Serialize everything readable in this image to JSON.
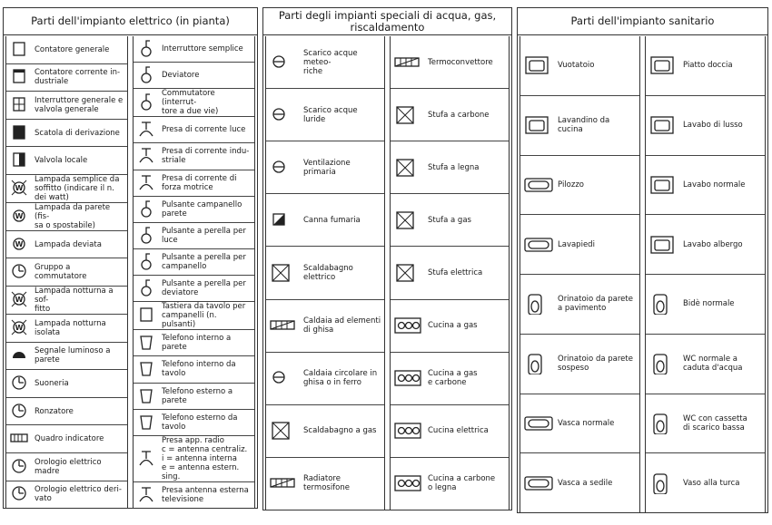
{
  "panels": [
    {
      "title": "Parti dell'impianto elettrico (in pianta)",
      "columns": [
        [
          {
            "label": "Contatore generale",
            "icon": "meter-box-icon"
          },
          {
            "label": "Contatore corrente in-\ndustriale",
            "icon": "industrial-meter-icon"
          },
          {
            "label": "Interruttore generale e\nvalvola generale",
            "icon": "main-switch-icon"
          },
          {
            "label": "Scatola di derivazione",
            "icon": "junction-box-icon"
          },
          {
            "label": "Valvola locale",
            "icon": "local-fuse-icon"
          },
          {
            "label": "Lampada semplice da\nsoffitto (indicare il n.\ndei watt)",
            "icon": "ceiling-lamp-icon"
          },
          {
            "label": "Lampada da parete (fis-\nsa o spostabile)",
            "icon": "wall-lamp-icon"
          },
          {
            "label": "Lampada deviata",
            "icon": "deviated-lamp-icon"
          },
          {
            "label": "Gruppo a commutatore",
            "icon": "commutator-group-icon"
          },
          {
            "label": "Lampada notturna a sof-\nfitto",
            "icon": "night-ceiling-lamp-icon"
          },
          {
            "label": "Lampada notturna\nisolata",
            "icon": "isolated-night-lamp-icon"
          },
          {
            "label": "Segnale luminoso a\nparete",
            "icon": "wall-light-signal-icon"
          },
          {
            "label": "Suoneria",
            "icon": "bell-icon"
          },
          {
            "label": "Ronzatore",
            "icon": "buzzer-icon"
          },
          {
            "label": "Quadro indicatore",
            "icon": "indicator-panel-icon"
          },
          {
            "label": "Orologio elettrico\nmadre",
            "icon": "master-clock-icon"
          },
          {
            "label": "Orologio elettrico deri-\nvato",
            "icon": "slave-clock-icon"
          }
        ],
        [
          {
            "label": "Interruttore semplice",
            "icon": "simple-switch-icon"
          },
          {
            "label": "Deviatore",
            "icon": "two-way-switch-icon"
          },
          {
            "label": "Commutatore (interrut-\ntore a due vie)",
            "icon": "commutator-switch-icon"
          },
          {
            "label": "Presa di corrente luce",
            "icon": "light-socket-icon"
          },
          {
            "label": "Presa di corrente indu-\nstriale",
            "icon": "industrial-socket-icon"
          },
          {
            "label": "Presa di corrente di\nforza motrice",
            "icon": "power-socket-icon"
          },
          {
            "label": "Pulsante campanello\nparete",
            "icon": "wall-bell-button-icon"
          },
          {
            "label": "Pulsante a perella per\nluce",
            "icon": "pear-button-light-icon"
          },
          {
            "label": "Pulsante a perella per\ncampanello",
            "icon": "pear-button-bell-icon"
          },
          {
            "label": "Pulsante a perella per\ndeviatore",
            "icon": "pear-button-diverter-icon"
          },
          {
            "label": "Tastiera da tavolo per\ncampanelli (n. pulsanti)",
            "icon": "table-keypad-icon"
          },
          {
            "label": "Telefono interno a\nparete",
            "icon": "internal-wall-phone-icon"
          },
          {
            "label": "Telefono interno da\ntavolo",
            "icon": "internal-desk-phone-icon"
          },
          {
            "label": "Telefono esterno a\nparete",
            "icon": "external-wall-phone-icon"
          },
          {
            "label": "Telefono esterno da\ntavolo",
            "icon": "external-desk-phone-icon"
          },
          {
            "label": "Presa app. radio\nc = antenna centraliz.\ni = antenna interna\ne = antenna estern. sing.",
            "icon": "radio-socket-icon"
          },
          {
            "label": "Presa antenna esterna\ntelevisione",
            "icon": "tv-antenna-socket-icon"
          }
        ]
      ]
    },
    {
      "title": "Parti degli impianti speciali di acqua, gas, riscaldamento",
      "columns": [
        [
          {
            "label": "Scarico acque meteo-\nriche",
            "icon": "rainwater-drain-icon"
          },
          {
            "label": "Scarico acque luride",
            "icon": "sewage-drain-icon"
          },
          {
            "label": "Ventilazione primaria",
            "icon": "primary-ventilation-icon"
          },
          {
            "label": "Canna fumaria",
            "icon": "flue-icon"
          },
          {
            "label": "Scaldabagno elettrico",
            "icon": "electric-water-heater-icon"
          },
          {
            "label": "Caldaia ad elementi\ndi ghisa",
            "icon": "cast-iron-boiler-icon"
          },
          {
            "label": "Caldaia circolare in\nghisa o in ferro",
            "icon": "circular-boiler-icon"
          },
          {
            "label": "Scaldabagno a gas",
            "icon": "gas-water-heater-icon"
          },
          {
            "label": "Radiatore termosifone",
            "icon": "radiator-icon"
          }
        ],
        [
          {
            "label": "Termoconvettore",
            "icon": "convector-icon"
          },
          {
            "label": "Stufa a carbone",
            "icon": "coal-stove-icon"
          },
          {
            "label": "Stufa a legna",
            "icon": "wood-stove-icon"
          },
          {
            "label": "Stufa a gas",
            "icon": "gas-stove-icon"
          },
          {
            "label": "Stufa elettrica",
            "icon": "electric-stove-icon"
          },
          {
            "label": "Cucina a gas",
            "icon": "gas-cooker-icon"
          },
          {
            "label": "Cucina a gas\ne carbone",
            "icon": "gas-coal-cooker-icon"
          },
          {
            "label": "Cucina elettrica",
            "icon": "electric-cooker-icon"
          },
          {
            "label": "Cucina a carbone\no legna",
            "icon": "coal-wood-cooker-icon"
          }
        ]
      ]
    },
    {
      "title": "Parti dell'impianto sanitario",
      "columns": [
        [
          {
            "label": "Vuotatoio",
            "icon": "slop-sink-icon"
          },
          {
            "label": "Lavandino da cucina",
            "icon": "kitchen-sink-icon"
          },
          {
            "label": "Pilozzo",
            "icon": "laundry-tub-icon"
          },
          {
            "label": "Lavapiedi",
            "icon": "foot-bath-icon"
          },
          {
            "label": "Orinatoio da parete\na pavimento",
            "icon": "floor-urinal-icon"
          },
          {
            "label": "Orinatoio da parete\nsospeso",
            "icon": "wall-urinal-icon"
          },
          {
            "label": "Vasca normale",
            "icon": "bathtub-icon"
          },
          {
            "label": "Vasca a sedile",
            "icon": "sitz-bath-icon"
          }
        ],
        [
          {
            "label": "Piatto doccia",
            "icon": "shower-tray-icon"
          },
          {
            "label": "Lavabo di lusso",
            "icon": "luxury-washbasin-icon"
          },
          {
            "label": "Lavabo normale",
            "icon": "washbasin-icon"
          },
          {
            "label": "Lavabo albergo",
            "icon": "hotel-washbasin-icon"
          },
          {
            "label": "Bidè normale",
            "icon": "bidet-icon"
          },
          {
            "label": "WC normale a\ncaduta d'acqua",
            "icon": "wc-icon"
          },
          {
            "label": "WC con cassetta\ndi scarico bassa",
            "icon": "wc-cistern-icon"
          },
          {
            "label": "Vaso alla turca",
            "icon": "squat-toilet-icon"
          }
        ]
      ]
    }
  ]
}
